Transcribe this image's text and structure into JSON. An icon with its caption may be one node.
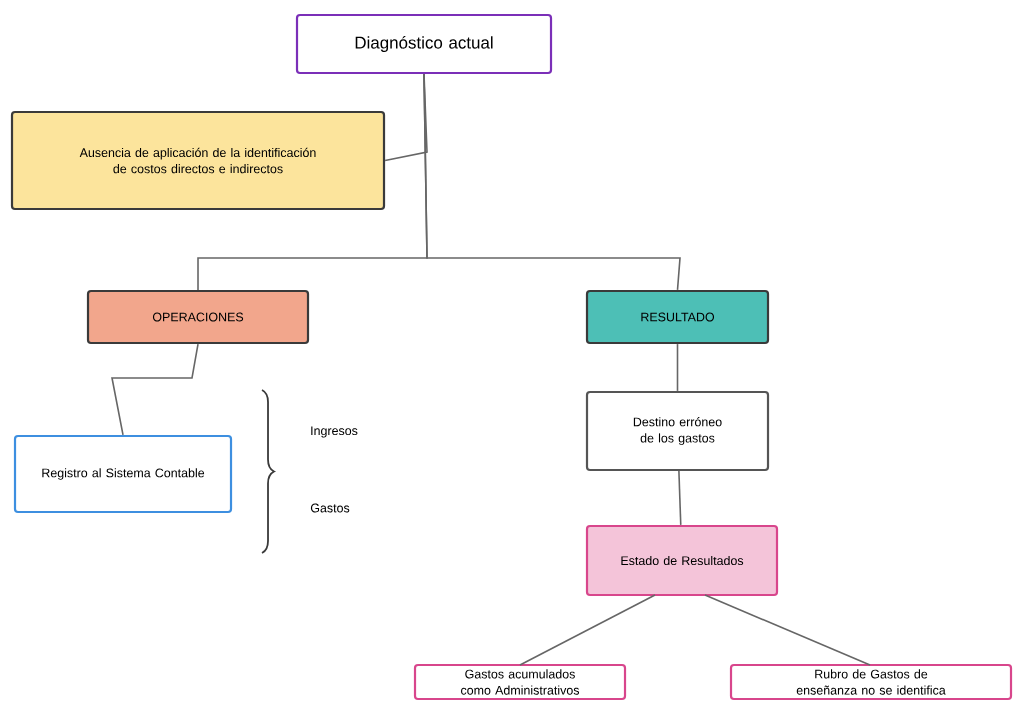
{
  "diagram": {
    "nodes": [
      {
        "text": [
          "Diagnóstico actual"
        ]
      },
      {
        "text": [
          "Ausencia de aplicación de la identificación de costos directos e indirectos"
        ]
      },
      {
        "text": [
          "OPERACIONES"
        ]
      },
      {
        "text": [
          "RESULTADO"
        ]
      },
      {
        "text": [
          "Registro al Sistema Contable"
        ]
      },
      {
        "text": [
          "Destino erróneo de los gastos"
        ]
      },
      {
        "text": [
          "Estado de Resultados"
        ]
      },
      {
        "text": [
          "Gastos acumulados como Administrativos"
        ]
      },
      {
        "text": [
          "Rubro de Gastos de enseñanza no se identifica"
        ]
      }
    ],
    "edges": [
      {
        "from": 0,
        "to": 1,
        "arrow": "none"
      },
      {
        "from": 0,
        "to": 2,
        "arrow": "none"
      },
      {
        "from": 0,
        "to": 3,
        "arrow": "none"
      },
      {
        "from": 2,
        "to": 4,
        "arrow": "none"
      },
      {
        "from": 3,
        "to": 5,
        "arrow": "none"
      },
      {
        "from": 5,
        "to": 6,
        "arrow": "none"
      },
      {
        "from": 6,
        "to": 7,
        "arrow": "none"
      },
      {
        "from": 6,
        "to": 8,
        "arrow": "none"
      }
    ],
    "labels": [
      "Ingresos",
      "Gastos"
    ]
  }
}
